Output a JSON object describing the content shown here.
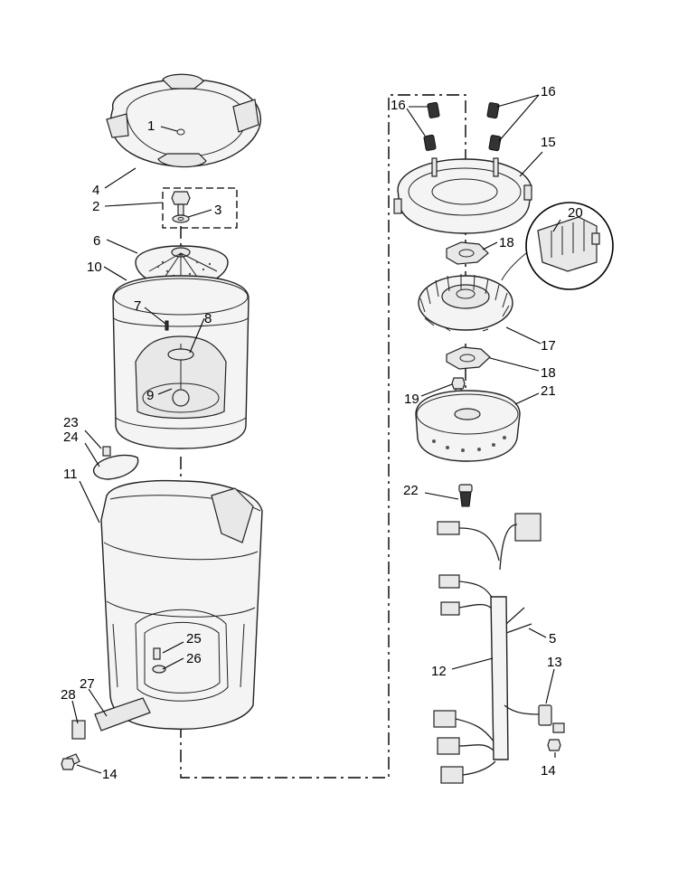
{
  "callouts": [
    {
      "id": "c1",
      "text": "1"
    },
    {
      "id": "c2",
      "text": "2"
    },
    {
      "id": "c3",
      "text": "3"
    },
    {
      "id": "c4",
      "text": "4"
    },
    {
      "id": "c5",
      "text": "5"
    },
    {
      "id": "c6",
      "text": "6"
    },
    {
      "id": "c7",
      "text": "7"
    },
    {
      "id": "c8",
      "text": "8"
    },
    {
      "id": "c9",
      "text": "9"
    },
    {
      "id": "c10",
      "text": "10"
    },
    {
      "id": "c11",
      "text": "11"
    },
    {
      "id": "c12",
      "text": "12"
    },
    {
      "id": "c13",
      "text": "13"
    },
    {
      "id": "c14a",
      "text": "14"
    },
    {
      "id": "c14b",
      "text": "14"
    },
    {
      "id": "c15",
      "text": "15"
    },
    {
      "id": "c16a",
      "text": "16"
    },
    {
      "id": "c16b",
      "text": "16"
    },
    {
      "id": "c17",
      "text": "17"
    },
    {
      "id": "c18a",
      "text": "18"
    },
    {
      "id": "c18b",
      "text": "18"
    },
    {
      "id": "c19",
      "text": "19"
    },
    {
      "id": "c20",
      "text": "20"
    },
    {
      "id": "c21",
      "text": "21"
    },
    {
      "id": "c22",
      "text": "22"
    },
    {
      "id": "c23",
      "text": "23"
    },
    {
      "id": "c24",
      "text": "24"
    },
    {
      "id": "c25",
      "text": "25"
    },
    {
      "id": "c26",
      "text": "26"
    },
    {
      "id": "c27",
      "text": "27"
    },
    {
      "id": "c28",
      "text": "28"
    }
  ]
}
